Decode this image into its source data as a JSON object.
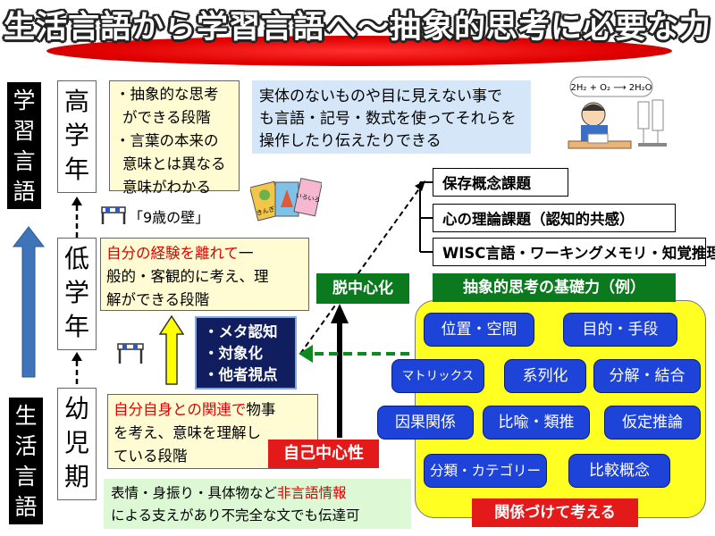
{
  "title": "生活言語から学習言語へ～抽象的思考に必要な力",
  "labels": {
    "study_language": "学習言語",
    "life_language": "生活言語"
  },
  "stages": {
    "upper": "高学年",
    "lower": "低学年",
    "young": "幼児期"
  },
  "upper_desc": [
    "・抽象的な思考",
    "ができる段階",
    "・言葉の本来の",
    "意味とは異なる",
    "意味がわかる"
  ],
  "abstract_desc": [
    "実体のないものや目に見えない事で",
    "も言語・記号・数式を使ってそれらを",
    "操作したり伝えたりできる"
  ],
  "wall_label": "「9歳の壁」",
  "lower_desc": {
    "red": "自分の経験を離れて",
    "rest1": "一",
    "line2": "般的・客観的に考え、理",
    "line3": "解ができる段階"
  },
  "young_desc": {
    "red": "自分自身との関連で",
    "rest1": "物事",
    "line2": "を考え、意味を理解し",
    "line3": "ている段階"
  },
  "nonverbal": {
    "pre": "表情・身振り・具体物など",
    "red": "非言語情報",
    "line2": "による支えがあり不完全な文でも伝達可"
  },
  "meta": [
    "・メタ認知",
    "・対象化",
    "・他者視点"
  ],
  "decentration": "脱中心化",
  "egocentrism": "自己中心性",
  "tasks": [
    "保存概念課題",
    "心の理論課題（認知的共感）",
    "WISC言語・ワーキングメモリ・知覚推理"
  ],
  "foundation_title": "抽象的思考の基礎力（例）",
  "abilities": [
    "位置・空間",
    "目的・手段",
    "マトリックス",
    "系列化",
    "分解・結合",
    "因果関係",
    "比喩・類推",
    "仮定推論",
    "分類・カテゴリー",
    "比較概念"
  ],
  "relate_label": "関係づけて考える",
  "illustration_formula": "2H₂ + O₂ ⟶ 2H₂O",
  "card_texts": [
    "きんぎょ",
    "いろいろ"
  ],
  "colors": {
    "title_red": "#e00000",
    "navy": "#101e60",
    "green": "#0b7a1e",
    "pill_blue": "#1e43d8",
    "panel_yellow": "#ffff22",
    "label_red": "#e41a1a"
  }
}
